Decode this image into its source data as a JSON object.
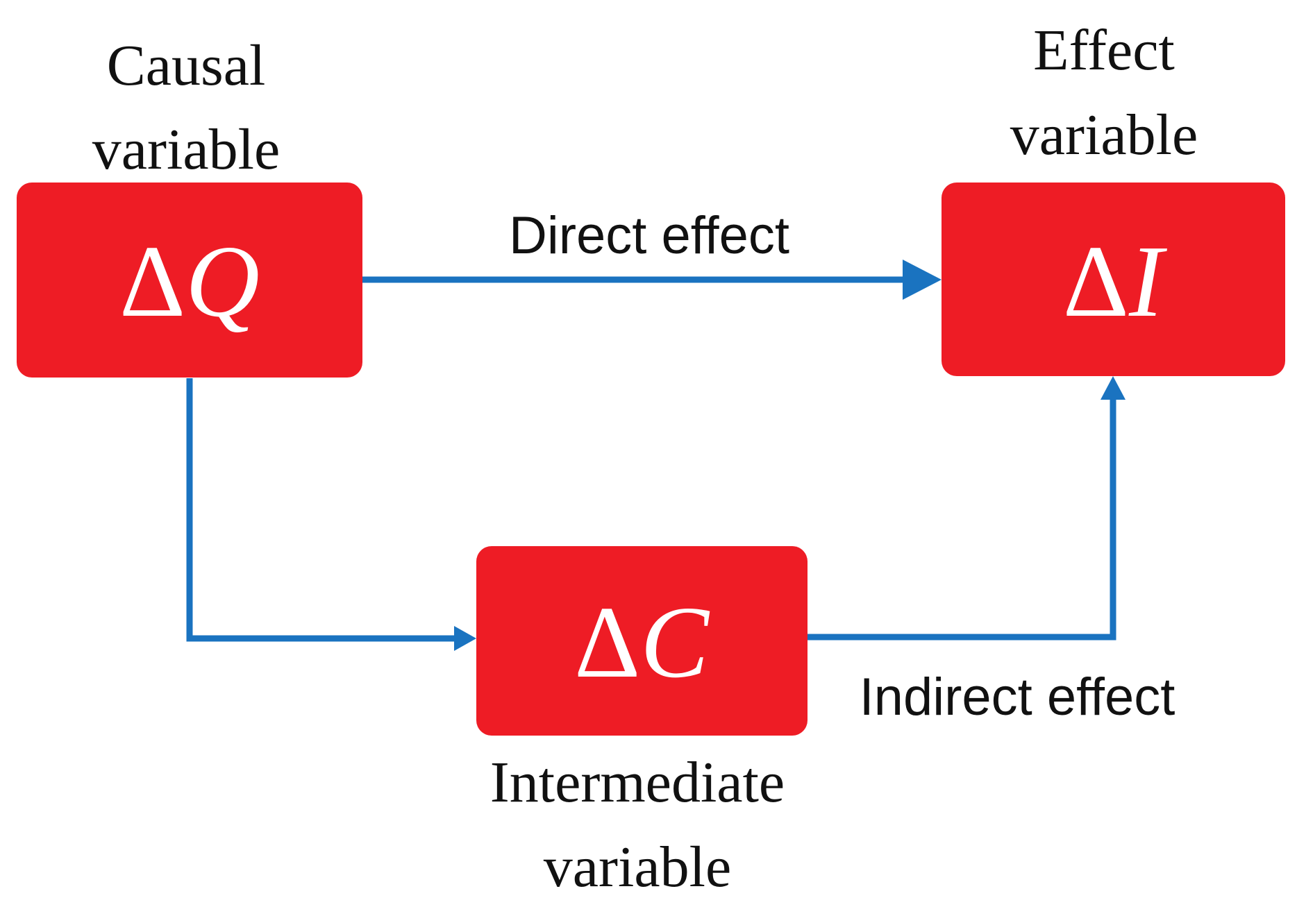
{
  "nodes": {
    "causal": {
      "caption_line1": "Causal",
      "caption_line2": "variable",
      "delta": "Δ",
      "symbol": "Q"
    },
    "effect": {
      "caption_line1": "Effect",
      "caption_line2": "variable",
      "delta": "Δ",
      "symbol": "I"
    },
    "intermediate": {
      "caption_line1": "Intermediate",
      "caption_line2": "variable",
      "delta": "Δ",
      "symbol": "C"
    }
  },
  "edges": {
    "direct": {
      "label": "Direct effect"
    },
    "indirect": {
      "label": "Indirect effect"
    }
  },
  "colors": {
    "box_fill": "#ee1c25",
    "arrow": "#1a73c0",
    "text": "#111111",
    "box_text": "#ffffff"
  }
}
